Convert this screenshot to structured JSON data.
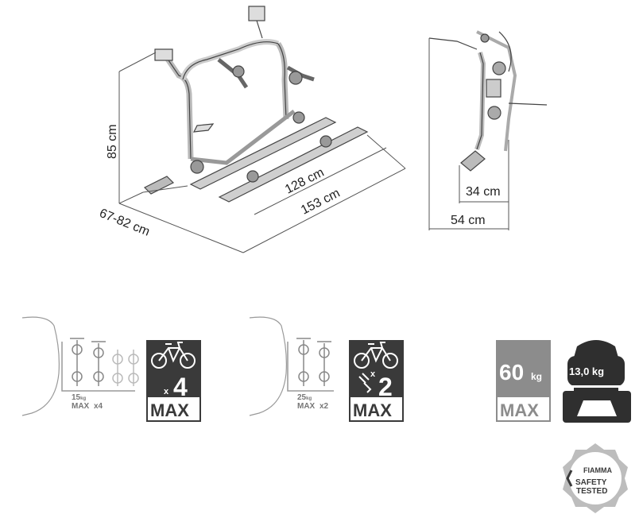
{
  "dimensions": {
    "height": "85 cm",
    "depth": "67-82 cm",
    "length_inner": "128 cm",
    "length_outer": "153 cm",
    "side_inner": "34 cm",
    "side_outer": "54 cm"
  },
  "rack4": {
    "weight": "15",
    "weight_unit": "kg",
    "max_label": "MAX",
    "count": "x4",
    "badge_count": "4",
    "badge_x": "x",
    "badge_max": "MAX"
  },
  "rack2": {
    "weight": "25",
    "weight_unit": "kg",
    "max_label": "MAX",
    "count": "x2",
    "badge_count": "2",
    "badge_x": "x",
    "badge_max": "MAX"
  },
  "load": {
    "value": "60",
    "unit": "kg",
    "max_label": "MAX"
  },
  "product_weight": {
    "value": "13,0 kg"
  },
  "safety": {
    "brand": "FIAMMA",
    "line1": "SAFETY",
    "line2": "TESTED"
  },
  "colors": {
    "badge_dark": "#3a3a3a",
    "badge_gray": "#8c8c8c",
    "weight_icon": "#2f2f2f",
    "line": "#555555"
  }
}
